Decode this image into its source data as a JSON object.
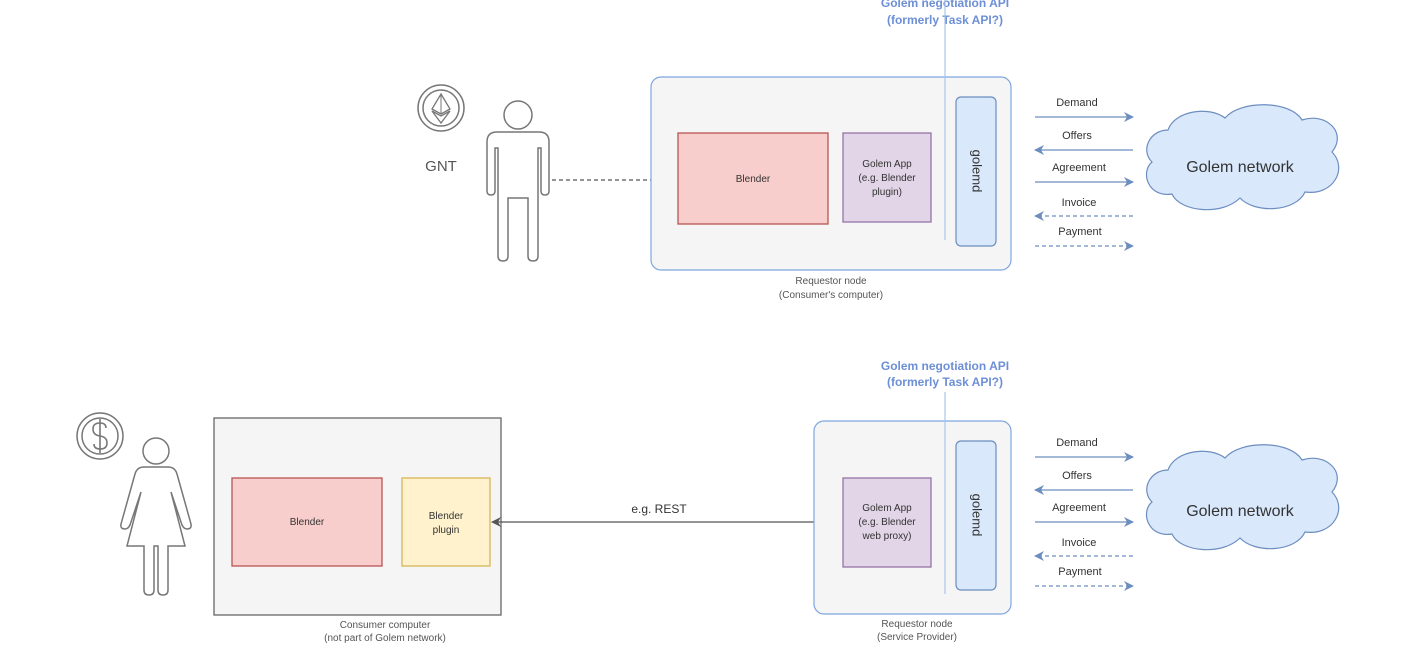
{
  "top": {
    "api_label_line1": "Golem negotiation API",
    "api_label_line2": "(formerly Task API?)",
    "token_label": "GNT",
    "blender_label": "Blender",
    "app_line1": "Golem App",
    "app_line2": "(e.g. Blender",
    "app_line3": "plugin)",
    "golemd_label": "golemd",
    "node_caption_line1": "Requestor node",
    "node_caption_line2": "(Consumer's computer)",
    "messages": [
      "Demand",
      "Offers",
      "Agreement",
      "Invoice",
      "Payment"
    ],
    "network_label": "Golem network"
  },
  "bottom": {
    "api_label_line1": "Golem negotiation API",
    "api_label_line2": "(formerly Task API?)",
    "blender_label": "Blender",
    "plugin_line1": "Blender",
    "plugin_line2": "plugin",
    "consumer_caption_line1": "Consumer computer",
    "consumer_caption_line2": "(not part of Golem network)",
    "rest_label": "e.g. REST",
    "app_line1": "Golem App",
    "app_line2": "(e.g. Blender",
    "app_line3": "web proxy)",
    "golemd_label": "golemd",
    "node_caption_line1": "Requestor node",
    "node_caption_line2": "(Service Provider)",
    "messages": [
      "Demand",
      "Offers",
      "Agreement",
      "Invoice",
      "Payment"
    ],
    "network_label": "Golem network"
  },
  "colors": {
    "api_blue": "#6d8fd6",
    "arrow_blue": "#6c8ebf",
    "node_border": "#7ea6e0",
    "node_fill": "#f5f5f5",
    "golemd_fill": "#dae8fc",
    "blender_fill": "#f8cecc",
    "blender_stroke": "#b85450",
    "app_fill": "#e1d5e7",
    "app_stroke": "#9673a6",
    "plugin_fill": "#fff2cc",
    "plugin_stroke": "#d6b656",
    "cloud_fill": "#dae8fc"
  },
  "icons": {
    "token_top": "ethereum-coin-icon",
    "token_bottom": "dollar-coin-icon",
    "person_top": "male-user-icon",
    "person_bottom": "female-user-icon"
  }
}
